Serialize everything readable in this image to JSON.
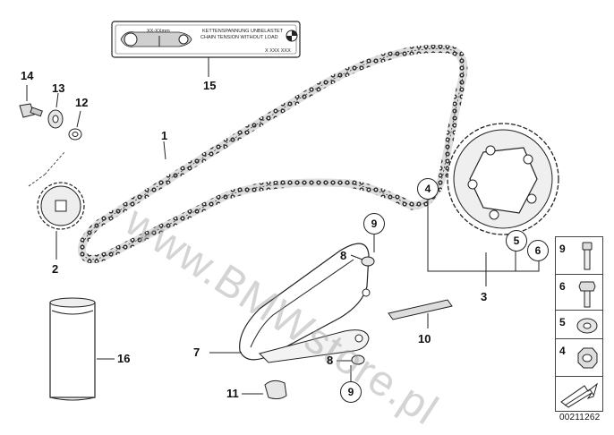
{
  "diagram_number": "00211262",
  "watermark": "www.BMWstore.pl",
  "chain_label": {
    "line1": "KETTENSPANNUNG UNBELASTET",
    "line2": "CHAIN TENSION WITHOUT LOAD",
    "measure": "XX-XXmm",
    "code": "X XXX XXX"
  },
  "callouts": {
    "c1": "1",
    "c2": "2",
    "c3": "3",
    "c4": "4",
    "c5": "5",
    "c6": "6",
    "c7": "7",
    "c8a": "8",
    "c8b": "8",
    "c9a": "9",
    "c9b": "9",
    "c10": "10",
    "c11": "11",
    "c12": "12",
    "c13": "13",
    "c14": "14",
    "c15": "15",
    "c16": "16"
  },
  "side_panel": [
    "9",
    "6",
    "5",
    "4"
  ],
  "colors": {
    "line": "#222222",
    "fill_light": "#e6e6e6",
    "watermark": "#a0a0a0"
  },
  "icons": [
    "bmw-logo-icon",
    "bolt-icon",
    "washer-icon",
    "nut-icon",
    "arrow-icon"
  ]
}
